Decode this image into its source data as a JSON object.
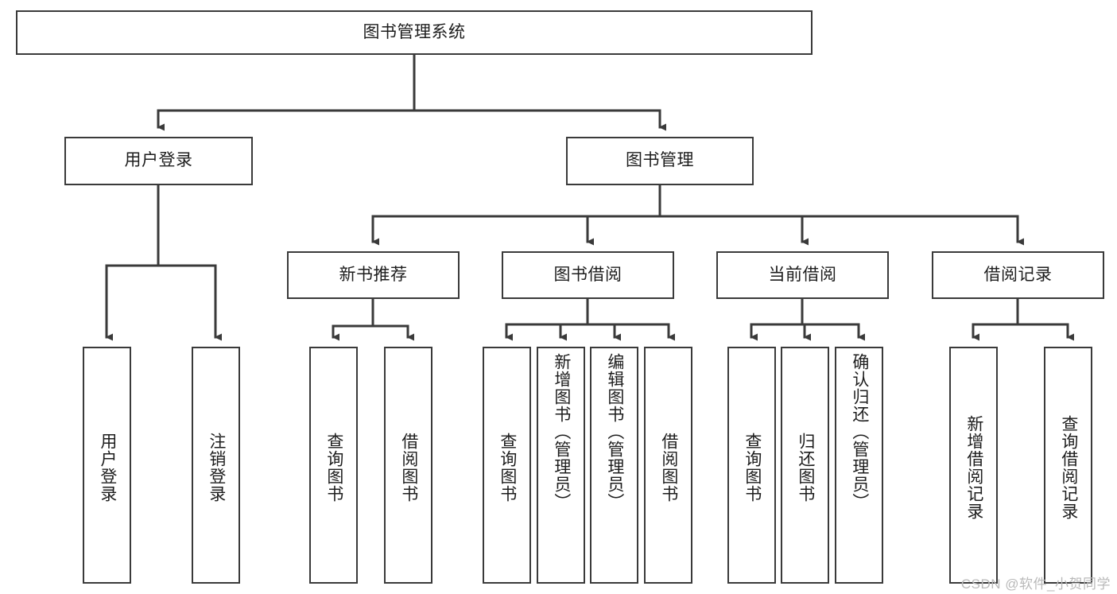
{
  "diagram": {
    "title": "图书管理系统",
    "type": "tree",
    "watermark": "CSDN @软件_小贺同学",
    "colors": {
      "stroke": "#3a3a3a",
      "fill": "#ffffff",
      "text": "#1d1d1d",
      "watermark": "#b9b9b9"
    },
    "root": {
      "label": "图书管理系统"
    },
    "level2": [
      {
        "label": "用户登录"
      },
      {
        "label": "图书管理"
      }
    ],
    "level3": [
      {
        "label": "新书推荐"
      },
      {
        "label": "图书借阅"
      },
      {
        "label": "当前借阅"
      },
      {
        "label": "借阅记录"
      }
    ],
    "leaves": {
      "user_login": [
        {
          "label": "用户登录"
        },
        {
          "label": "注销登录"
        }
      ],
      "new_book_recommend": [
        {
          "label": "查询图书"
        },
        {
          "label": "借阅图书"
        }
      ],
      "book_borrow": [
        {
          "label": "查询图书"
        },
        {
          "label": "新增图书（管理员）"
        },
        {
          "label": "编辑图书（管理员）"
        },
        {
          "label": "借阅图书"
        }
      ],
      "current_borrow": [
        {
          "label": "查询图书"
        },
        {
          "label": "归还图书"
        },
        {
          "label": "确认归还（管理员）"
        }
      ],
      "borrow_record": [
        {
          "label": "新增借阅记录"
        },
        {
          "label": "查询借阅记录"
        }
      ]
    }
  }
}
